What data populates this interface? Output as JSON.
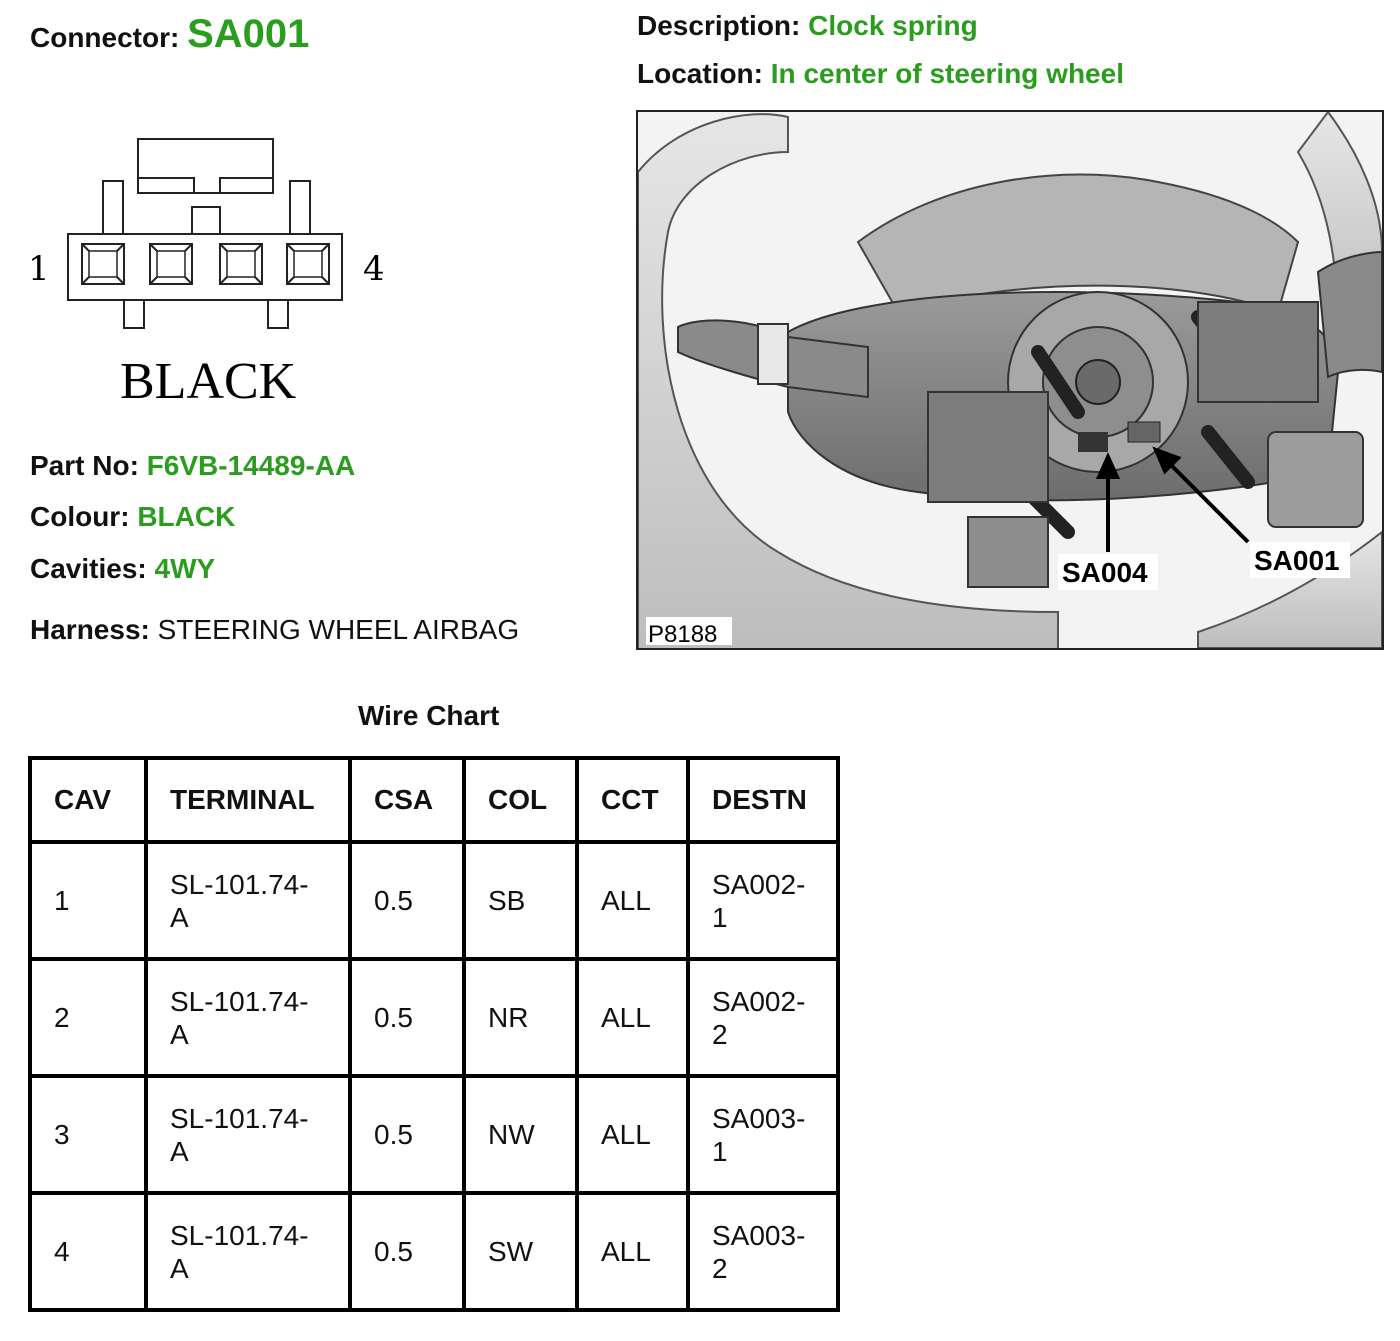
{
  "connector": {
    "label": "Connector:",
    "value": "SA001"
  },
  "description": {
    "label": "Description:",
    "value": "Clock spring"
  },
  "location": {
    "label": "Location:",
    "value": "In center of steering wheel"
  },
  "diagram": {
    "pin_left": "1",
    "pin_right": "4",
    "colour_text": "BLACK"
  },
  "part_no": {
    "label": "Part No:",
    "value": "F6VB-14489-AA"
  },
  "colour": {
    "label": "Colour:",
    "value": "BLACK"
  },
  "cavities": {
    "label": "Cavities:",
    "value": "4WY"
  },
  "harness": {
    "label": "Harness:",
    "value": "STEERING WHEEL AIRBAG"
  },
  "photo": {
    "ref": "P8188",
    "callout_a": "SA004",
    "callout_b": "SA001"
  },
  "wire_chart": {
    "title": "Wire Chart",
    "headers": [
      "CAV",
      "TERMINAL",
      "CSA",
      "COL",
      "CCT",
      "DESTN"
    ],
    "rows": [
      {
        "cav": "1",
        "terminal_a": "SL-101.74-",
        "terminal_b": "A",
        "csa": "0.5",
        "col": "SB",
        "cct": "ALL",
        "destn_a": "SA002-",
        "destn_b": "1"
      },
      {
        "cav": "2",
        "terminal_a": "SL-101.74-",
        "terminal_b": "A",
        "csa": "0.5",
        "col": "NR",
        "cct": "ALL",
        "destn_a": "SA002-",
        "destn_b": "2"
      },
      {
        "cav": "3",
        "terminal_a": "SL-101.74-",
        "terminal_b": "A",
        "csa": "0.5",
        "col": "NW",
        "cct": "ALL",
        "destn_a": "SA003-",
        "destn_b": "1"
      },
      {
        "cav": "4",
        "terminal_a": "SL-101.74-",
        "terminal_b": "A",
        "csa": "0.5",
        "col": "SW",
        "cct": "ALL",
        "destn_a": "SA003-",
        "destn_b": "2"
      }
    ]
  },
  "colors": {
    "value_green": "#2a9d1e",
    "text": "#111111"
  }
}
